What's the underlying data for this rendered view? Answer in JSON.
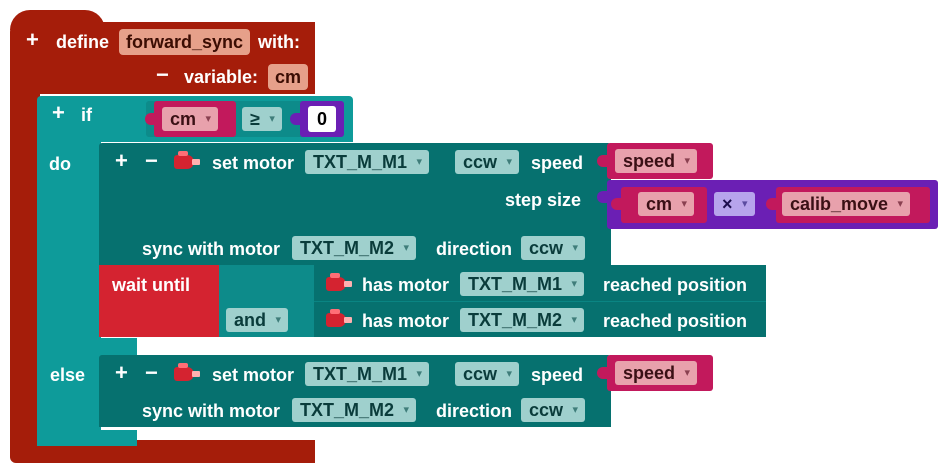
{
  "define": {
    "label": "define",
    "name": "forward_sync",
    "with_label": "with:"
  },
  "param": {
    "label": "variable:",
    "name": "cm"
  },
  "if_block": {
    "if_label": "if",
    "do_label": "do",
    "else_label": "else",
    "condition": {
      "var": "cm",
      "op": "≥",
      "value": "0"
    }
  },
  "motor1": {
    "set_label": "set motor",
    "motor": "TXT_M_M1",
    "dir": "ccw",
    "speed_label": "speed",
    "speed_var": "speed",
    "step_label": "step size",
    "step_a": "cm",
    "step_op": "×",
    "step_b": "calib_move",
    "sync_label": "sync with motor",
    "sync_motor": "TXT_M_M2",
    "direction_label": "direction",
    "direction": "ccw"
  },
  "wait": {
    "label": "wait until",
    "op": "and",
    "reached_label": "reached position",
    "has_label": "has motor",
    "motor_a": "TXT_M_M1",
    "motor_b": "TXT_M_M2"
  },
  "motor2": {
    "set_label": "set motor",
    "motor": "TXT_M_M1",
    "dir": "ccw",
    "speed_label": "speed",
    "speed_var": "speed",
    "sync_label": "sync with motor",
    "sync_motor": "TXT_M_M2",
    "direction_label": "direction",
    "direction": "ccw"
  },
  "colors": {
    "procedure": "#a51d0a",
    "if": "#0e9b9a",
    "motor": "#06716f",
    "wait": "#d42330",
    "variable": "#c2195c",
    "math": "#6b1fb4"
  }
}
